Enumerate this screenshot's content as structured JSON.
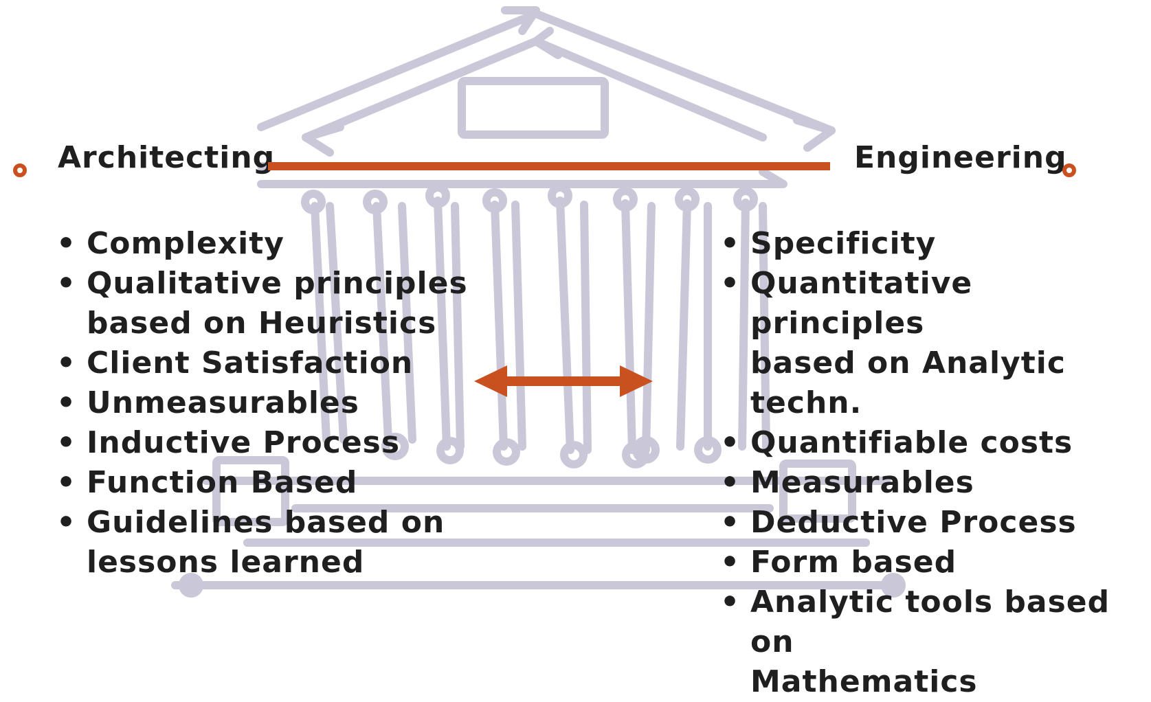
{
  "colors": {
    "accent": "#c9501f",
    "sketch": "#c9c7d8",
    "text": "#1f1f1f"
  },
  "icons": {
    "background": "temple-sketch-icon",
    "marker": "ring-bullet-icon",
    "connector": "double-arrow-icon"
  },
  "left": {
    "heading": "Architecting",
    "items": [
      "Complexity",
      "Qualitative principles\nbased on Heuristics",
      "Client Satisfaction",
      "Unmeasurables",
      "Inductive Process",
      "Function Based",
      "Guidelines based on\nlessons learned"
    ]
  },
  "right": {
    "heading": "Engineering",
    "items": [
      "Specificity",
      "Quantitative principles\nbased on Analytic techn.",
      "Quantifiable costs",
      "Measurables",
      "Deductive Process",
      "Form based",
      "Analytic tools based on\nMathematics"
    ]
  }
}
